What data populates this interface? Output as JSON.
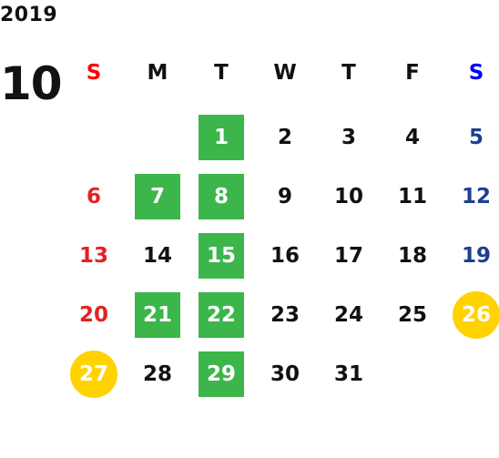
{
  "calendar": {
    "year": "2019",
    "month": "10",
    "weekday_headers": [
      {
        "label": "S",
        "color": "#ff0000"
      },
      {
        "label": "M",
        "color": "#111111"
      },
      {
        "label": "T",
        "color": "#111111"
      },
      {
        "label": "W",
        "color": "#111111"
      },
      {
        "label": "T",
        "color": "#111111"
      },
      {
        "label": "F",
        "color": "#111111"
      },
      {
        "label": "S",
        "color": "#0000ff"
      }
    ],
    "colors": {
      "sunday": "#e32222",
      "saturday": "#1e3f8f",
      "green_highlight": "#3cb54a",
      "yellow_highlight": "#ffd200"
    },
    "weeks": [
      [
        null,
        null,
        {
          "day": "1",
          "highlight": "green"
        },
        {
          "day": "2"
        },
        {
          "day": "3"
        },
        {
          "day": "4"
        },
        {
          "day": "5",
          "weekend": "sat"
        }
      ],
      [
        {
          "day": "6",
          "weekend": "sun"
        },
        {
          "day": "7",
          "highlight": "green"
        },
        {
          "day": "8",
          "highlight": "green"
        },
        {
          "day": "9"
        },
        {
          "day": "10"
        },
        {
          "day": "11"
        },
        {
          "day": "12",
          "weekend": "sat"
        }
      ],
      [
        {
          "day": "13",
          "weekend": "sun"
        },
        {
          "day": "14"
        },
        {
          "day": "15",
          "highlight": "green"
        },
        {
          "day": "16"
        },
        {
          "day": "17"
        },
        {
          "day": "18"
        },
        {
          "day": "19",
          "weekend": "sat"
        }
      ],
      [
        {
          "day": "20",
          "weekend": "sun"
        },
        {
          "day": "21",
          "highlight": "green"
        },
        {
          "day": "22",
          "highlight": "green"
        },
        {
          "day": "23"
        },
        {
          "day": "24"
        },
        {
          "day": "25"
        },
        {
          "day": "26",
          "weekend": "sat",
          "highlight": "yellow"
        }
      ],
      [
        {
          "day": "27",
          "weekend": "sun",
          "highlight": "yellow"
        },
        {
          "day": "28"
        },
        {
          "day": "29",
          "highlight": "green"
        },
        {
          "day": "30"
        },
        {
          "day": "31"
        },
        null,
        null
      ]
    ]
  }
}
